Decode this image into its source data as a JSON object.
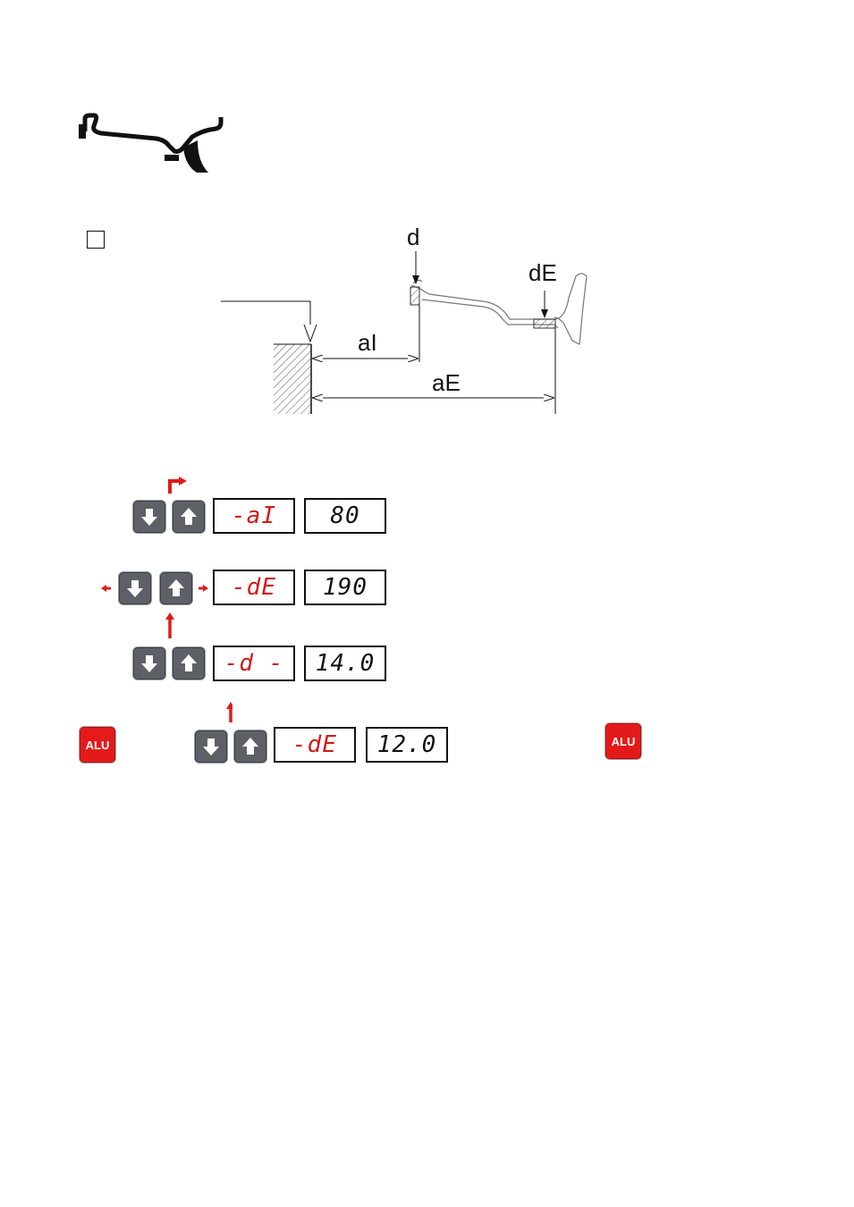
{
  "diagram": {
    "labels": {
      "d": "d",
      "dE": "dE",
      "aI": "aI",
      "aE": "aE"
    }
  },
  "rows": [
    {
      "label": "-aI",
      "value": "80"
    },
    {
      "label": "-dE",
      "value": "190"
    },
    {
      "label": "-d -",
      "value": "14.0"
    },
    {
      "label": "-dE",
      "value": "12.0"
    }
  ],
  "buttons": {
    "alu_label": "ALU"
  },
  "colors": {
    "display_label": "#d21a1a",
    "arrow": "#e01b1b",
    "key_fill": "#5d6167",
    "alu_fill": "#e41a1a"
  },
  "icons": [
    "wheel-rim-profile-icon",
    "down-arrow-key-icon",
    "up-arrow-key-icon"
  ]
}
